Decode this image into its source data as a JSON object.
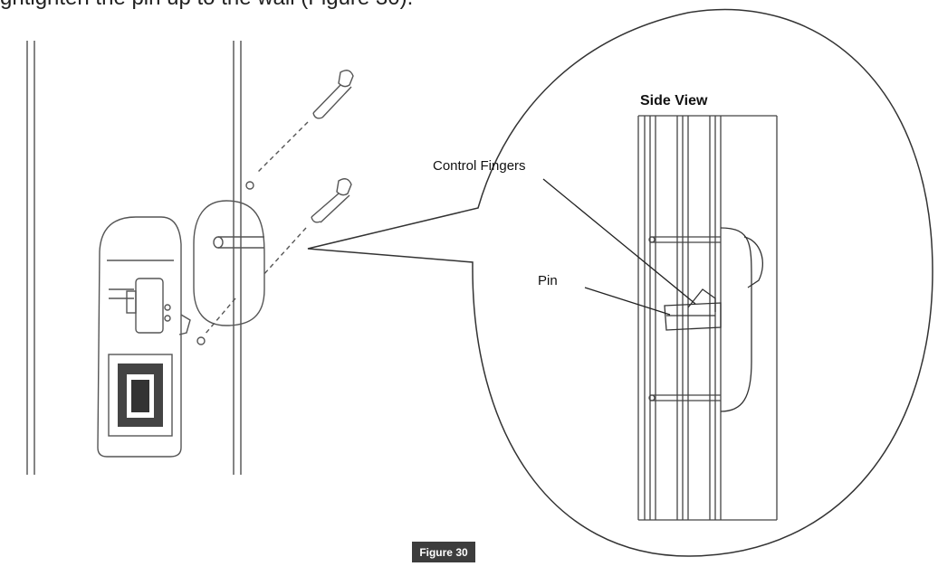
{
  "header": {
    "cut_text": "ghtighten the pin up to the wall (Figure 30)."
  },
  "labels": {
    "side_view": "Side View",
    "control_fingers": "Control Fingers",
    "pin": "Pin"
  },
  "figure": {
    "caption": "Figure 30"
  }
}
